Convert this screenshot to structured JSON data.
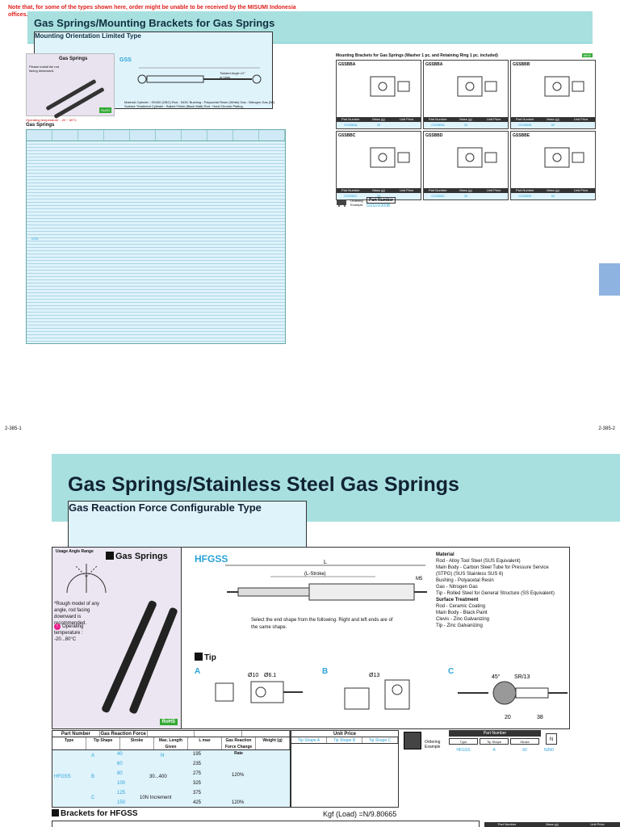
{
  "note": "Note that, for some of the types shown here, order might be unable to be received by the MISUMI Indonesia offices.",
  "top_header": {
    "title": "Gas Springs/Mounting Brackets for Gas Springs",
    "subtitle": "Mounting Orientation Limited Type"
  },
  "left_panel": {
    "photo_caption": "Gas Springs",
    "photo_note": "Please install the rod facing downward.",
    "badge": "RoHS",
    "code": "GSS",
    "temp": "Operating temperature : -20 ~ 60°C",
    "section": "Gas Springs",
    "type_label": "GSS",
    "drawing_note": "Twisted Angle ±2° or Less",
    "material": "Material  Cylinder : SS400 (GBC)  Rod : S45C  Bushing : Polyacetal Resin (White)  Gas : Nitrogen Gas (N2)",
    "surface": "Surface Treatment  Cylinder : Baked Finish (Black Matt)  Rod : Hard Chrome Plating"
  },
  "right_panel": {
    "title": "Mounting Brackets for Gas Springs (Washer 1 pc. and Retaining Ring 1 pc. included)",
    "newtag": "NEW",
    "cells": [
      {
        "name": "GSSBBA",
        "part": "GSSBBA",
        "mass": "35"
      },
      {
        "name": "GSSBBA",
        "part": "GSSBBA",
        "mass": "33"
      },
      {
        "name": "GSSBBB",
        "part": "GSSBBB",
        "mass": "60"
      },
      {
        "name": "GSSBBC",
        "part": "GSSBBC",
        "mass": "33"
      },
      {
        "name": "GSSBBD",
        "part": "GSSBBD",
        "mass": "33"
      },
      {
        "name": "GSSBBE",
        "part": "GSSBBE",
        "mass": "60"
      }
    ],
    "head_part": "Part Number",
    "head_mass": "Mass (g)",
    "head_price": "Unit Price",
    "order_label": "Ordering Example",
    "order_part_head": "Part Number",
    "order_part": "GSS10/300B"
  },
  "page_left": "2-385-1",
  "page_right": "2-385-2",
  "main_header": {
    "title": "Gas Springs/Stainless Steel Gas Springs",
    "subtitle": "Gas Reaction Force Configurable Type"
  },
  "hfgss": {
    "left_title": "Gas Springs",
    "angle_label": "Usage Angle Range",
    "small_note": "*Rough model of any angle, rod facing downward is recommended.",
    "temp": "Operating temperature : -20...80°C",
    "rohs": "RoHS",
    "code": "HFGSS",
    "select": "Select the end shape from the following. Right and left ends are of the same shape.",
    "material_title": "Material",
    "material_lines": [
      "Rod - Alloy Tool Steel (SUS Equivalent)",
      "Main Body - Carbon Steel Tube for Pressure Service (STPG) (SUS Stainless SUS 6)",
      "Bushing - Polyacetal Resin",
      "Gas - Nitrogen Gas",
      "Tip - Rolled Steel for General Structure (SS Equivalent)"
    ],
    "surface_title": "Surface Treatment",
    "surface_lines": [
      "Rod - Ceramic Coating",
      "Main Body - Black Paint",
      "Clevis - Zinc Galvanizing",
      "Tip - Zinc Galvanizing"
    ],
    "tip_title": "Tip",
    "tip_labels": [
      "A",
      "B",
      "C"
    ],
    "dim_L": "L",
    "dim_stroke": "(L-Stroke)",
    "dim_m5": "M5",
    "dim_phi10": "Ø10",
    "dim_phi6": "Ø6.1",
    "dim_phi13": "Ø13",
    "dim_20": "20",
    "dim_38": "38",
    "dim_sr": "SR/13",
    "dim_45": "45°"
  },
  "table2": {
    "hdr_part": "Part Number",
    "hdr_force": "Gas Reaction Force",
    "hdr_type": "Type",
    "hdr_tip": "Tip Shape",
    "hdr_stroke": "Stroke",
    "hdr_lmax": "Max. Length Given",
    "hdr_len": "L max",
    "hdr_rate": "Gas Reaction Force Change Rate",
    "hdr_wt": "Weight (g)",
    "type": "HFGSS",
    "tips": [
      "A",
      "B",
      "C"
    ],
    "n_label": "N",
    "range": "30...400",
    "increment": "10N Increment",
    "rate": "120%",
    "rate2": "120%",
    "strokes": [
      "40",
      "60",
      "80",
      "100",
      "125",
      "150"
    ],
    "lengths": [
      "195",
      "235",
      "275",
      "325",
      "375",
      "425"
    ]
  },
  "price": {
    "title": "Unit Price",
    "cols": [
      "Tip Shape A",
      "Tip Shape B",
      "Tip Shape C"
    ]
  },
  "ordering": {
    "label": "Ordering Example",
    "part_head": "Part Number",
    "boxes": [
      "Type",
      "Tip Shape",
      "Stroke"
    ],
    "vals": [
      "HFGSS",
      "A",
      "60"
    ],
    "n_head": "N",
    "n_val": "N300"
  },
  "kgf": "Kgf (Load) =N/9.80665",
  "brackets_title": "Brackets for HFGSS",
  "bracket_heads": [
    "Part Number",
    "Mass (g)",
    "Unit Price"
  ]
}
